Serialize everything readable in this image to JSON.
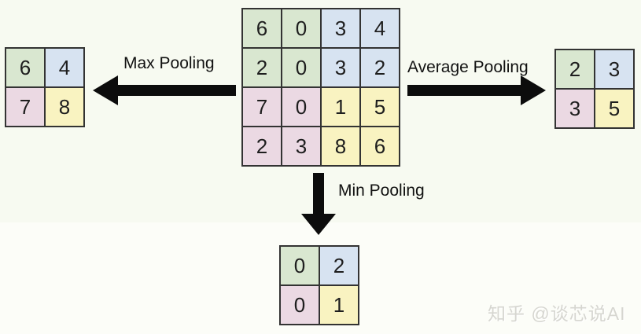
{
  "colors": {
    "green": "#d9e7d0",
    "blue": "#d7e3f1",
    "pink": "#ebd9e3",
    "yellow": "#f9f3c1",
    "grid_line": "#333333",
    "arrow": "#0c0c0c",
    "number_text": "#1e1e1e",
    "watermark_gray": "#d6d6d0"
  },
  "input_grid": {
    "rows": [
      [
        6,
        0,
        3,
        4
      ],
      [
        2,
        0,
        3,
        2
      ],
      [
        7,
        0,
        1,
        5
      ],
      [
        2,
        3,
        8,
        6
      ]
    ],
    "cell_colors": [
      [
        "green",
        "green",
        "blue",
        "blue"
      ],
      [
        "green",
        "green",
        "blue",
        "blue"
      ],
      [
        "pink",
        "pink",
        "yellow",
        "yellow"
      ],
      [
        "pink",
        "pink",
        "yellow",
        "yellow"
      ]
    ]
  },
  "max_pooling": {
    "label": "Max Pooling",
    "rows": [
      [
        6,
        4
      ],
      [
        7,
        8
      ]
    ],
    "cell_colors": [
      [
        "green",
        "blue"
      ],
      [
        "pink",
        "yellow"
      ]
    ]
  },
  "average_pooling": {
    "label": "Average Pooling",
    "rows": [
      [
        2,
        3
      ],
      [
        3,
        5
      ]
    ],
    "cell_colors": [
      [
        "green",
        "blue"
      ],
      [
        "pink",
        "yellow"
      ]
    ]
  },
  "min_pooling": {
    "label": "Min Pooling",
    "rows": [
      [
        0,
        2
      ],
      [
        0,
        1
      ]
    ],
    "cell_colors": [
      [
        "green",
        "blue"
      ],
      [
        "pink",
        "yellow"
      ]
    ]
  },
  "watermark": "知乎 @谈芯说AI"
}
